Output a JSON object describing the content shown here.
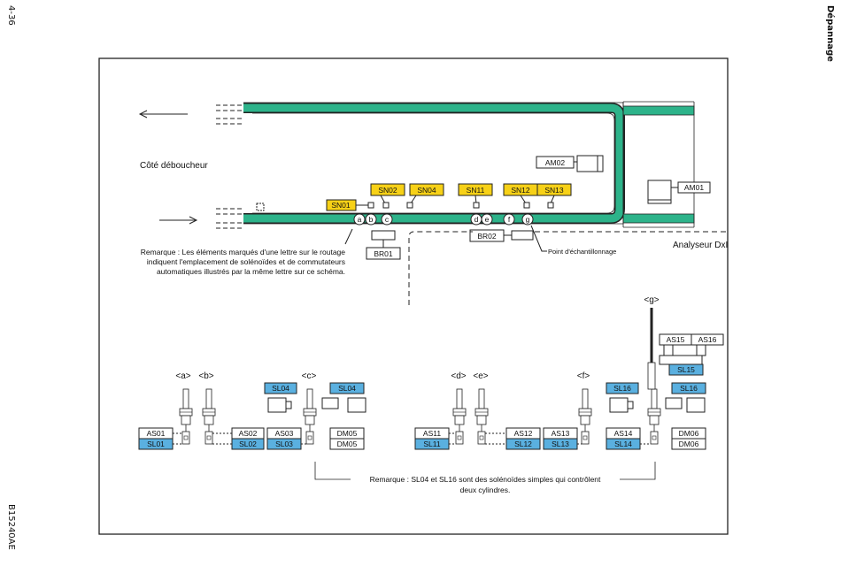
{
  "page": {
    "number": "4-36",
    "section": "Dépannage",
    "figure_code": "B15240AE"
  },
  "labels": {
    "cote": "Côté déboucheur",
    "analyseur": "Analyseur DxI",
    "point": "Point d'échantillonnage",
    "remark1": [
      "Remarque : Les éléments marqués d'une lettre sur le routage",
      "indiquent l'emplacement de solénoïdes et de commutateurs",
      "automatiques illustrés par la même lettre sur ce schéma."
    ],
    "remark2": [
      "Remarque : SL04 et SL16 sont des solénoïdes simples qui contrôlent",
      "deux cylindres."
    ]
  },
  "boxes": {
    "am01": "AM01",
    "am02": "AM02",
    "br01": "BR01",
    "br02": "BR02",
    "sn01": "SN01",
    "sn02": "SN02",
    "sn04": "SN04",
    "sn11": "SN11",
    "sn12": "SN12",
    "sn13": "SN13",
    "as01": "AS01",
    "sl01": "SL01",
    "as02": "AS02",
    "sl02": "SL02",
    "as03": "AS03",
    "sl03": "SL03",
    "sl04a": "SL04",
    "sl04b": "SL04",
    "dm05a": "DM05",
    "dm05b": "DM05",
    "as11": "AS11",
    "sl11": "SL11",
    "as12": "AS12",
    "sl12": "SL12",
    "as13": "AS13",
    "sl13": "SL13",
    "as14": "AS14",
    "sl14": "SL14",
    "sl16a": "SL16",
    "sl16b": "SL16",
    "dm06a": "DM06",
    "dm06b": "DM06",
    "as15": "AS15",
    "as16": "AS16",
    "sl15": "SL15"
  },
  "letters": {
    "a": "a",
    "b": "b",
    "c": "c",
    "d": "d",
    "e": "e",
    "f": "f",
    "g": "g"
  },
  "tags": {
    "a": "<a>",
    "b": "<b>",
    "c": "<c>",
    "d": "<d>",
    "e": "<e>",
    "f": "<f>",
    "g": "<g>"
  },
  "colors": {
    "track": "#2db38a",
    "yellow": "#f7d117",
    "blue": "#5ab0e0"
  }
}
